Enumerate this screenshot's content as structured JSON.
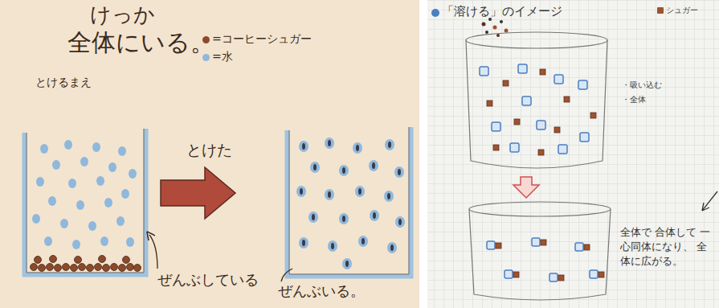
{
  "diagram": {
    "labels": [
      "けっか",
      "全体にいる。",
      "とけるまえ",
      "とけた",
      "ぜんぶしている",
      "ぜんぶいる。",
      "「溶ける」のイメージ",
      "・吸い込む",
      "・全体",
      "全体で 合体して 一心同体になり、 全体に広がる。"
    ],
    "legend": [
      {
        "text": "=コーヒーシュガー",
        "color": "#8b4a2b"
      },
      {
        "text": "=水",
        "color": "#8fb8dc"
      },
      {
        "text": "シュガー",
        "color": "#a0522d"
      }
    ]
  }
}
